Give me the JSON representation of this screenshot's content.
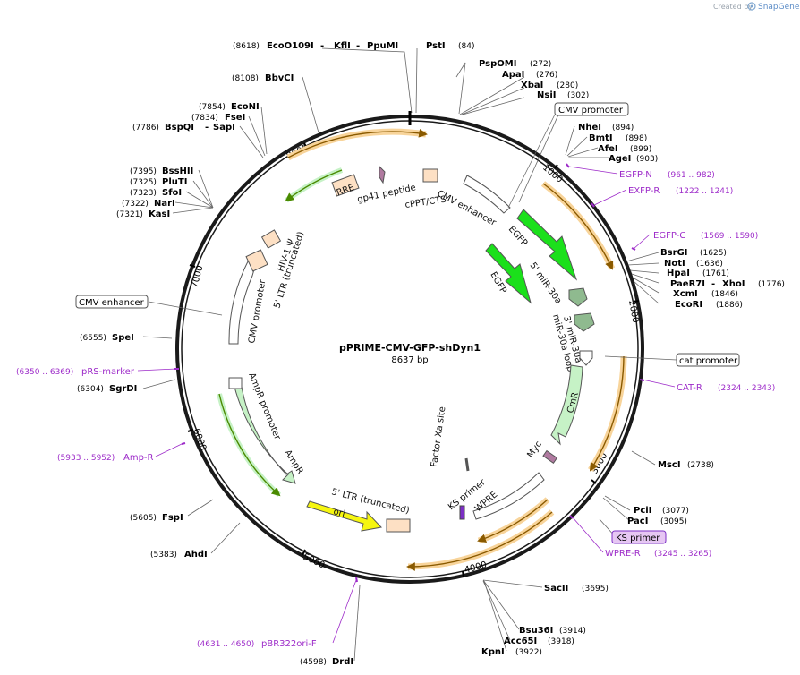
{
  "credit": {
    "prefix": "Created by",
    "brand": "SnapGene"
  },
  "plasmid": {
    "name": "pPRIME-CMV-GFP-shDyn1",
    "size_label": "8637 bp",
    "length": 8637
  },
  "ticks": [
    "1000",
    "2000",
    "3000",
    "4000",
    "5000",
    "6000",
    "7000",
    "8000"
  ],
  "enzymes": [
    {
      "name": "EcoO109I",
      "pos": "(8618)"
    },
    {
      "name": "KflI",
      "pos": ""
    },
    {
      "name": "PpuMI",
      "pos": ""
    },
    {
      "name": "PstI",
      "pos": "(84)"
    },
    {
      "name": "PspOMI",
      "pos": "(272)"
    },
    {
      "name": "ApaI",
      "pos": "(276)"
    },
    {
      "name": "XbaI",
      "pos": "(280)"
    },
    {
      "name": "NsiI",
      "pos": "(302)"
    },
    {
      "name": "NheI",
      "pos": "(894)"
    },
    {
      "name": "BmtI",
      "pos": "(898)"
    },
    {
      "name": "AfeI",
      "pos": "(899)"
    },
    {
      "name": "AgeI",
      "pos": "(903)"
    },
    {
      "name": "BsrGI",
      "pos": "(1625)"
    },
    {
      "name": "NotI",
      "pos": "(1636)"
    },
    {
      "name": "HpaI",
      "pos": "(1761)"
    },
    {
      "name": "PaeR7I",
      "pos": ""
    },
    {
      "name": "XhoI",
      "pos": "(1776)"
    },
    {
      "name": "XcmI",
      "pos": "(1846)"
    },
    {
      "name": "EcoRI",
      "pos": "(1886)"
    },
    {
      "name": "MscI",
      "pos": "(2738)"
    },
    {
      "name": "PciI",
      "pos": "(3077)"
    },
    {
      "name": "PacI",
      "pos": "(3095)"
    },
    {
      "name": "SacII",
      "pos": "(3695)"
    },
    {
      "name": "Bsu36I",
      "pos": "(3914)"
    },
    {
      "name": "Acc65I",
      "pos": "(3918)"
    },
    {
      "name": "KpnI",
      "pos": "(3922)"
    },
    {
      "name": "DrdI",
      "pos": "(4598)"
    },
    {
      "name": "AhdI",
      "pos": "(5383)"
    },
    {
      "name": "FspI",
      "pos": "(5605)"
    },
    {
      "name": "SgrDI",
      "pos": "(6304)"
    },
    {
      "name": "SpeI",
      "pos": "(6555)"
    },
    {
      "name": "KasI",
      "pos": "(7321)"
    },
    {
      "name": "NarI",
      "pos": "(7322)"
    },
    {
      "name": "SfoI",
      "pos": "(7323)"
    },
    {
      "name": "PluTI",
      "pos": "(7325)"
    },
    {
      "name": "BssHII",
      "pos": "(7395)"
    },
    {
      "name": "BspQI",
      "pos": "(7786)"
    },
    {
      "name": "SapI",
      "pos": ""
    },
    {
      "name": "FseI",
      "pos": "(7834)"
    },
    {
      "name": "EcoNI",
      "pos": "(7854)"
    },
    {
      "name": "BbvCI",
      "pos": "(8108)"
    }
  ],
  "primers": [
    {
      "name": "EGFP-N",
      "range": "(961 .. 982)"
    },
    {
      "name": "EXFP-R",
      "range": "(1222 .. 1241)"
    },
    {
      "name": "EGFP-C",
      "range": "(1569 .. 1590)"
    },
    {
      "name": "CAT-R",
      "range": "(2324 .. 2343)"
    },
    {
      "name": "WPRE-R",
      "range": "(3245 .. 3265)"
    },
    {
      "name": "pBR322ori-F",
      "range": "(4631 .. 4650)"
    },
    {
      "name": "Amp-R",
      "range": "(5933 .. 5952)"
    },
    {
      "name": "pRS-marker",
      "range": "(6350 .. 6369)"
    }
  ],
  "boxed_labels": [
    "CMV promoter",
    "CMV enhancer",
    "cat promoter",
    "KS primer"
  ],
  "features": [
    "RRE",
    "gp41 peptide",
    "cPPT/CTS",
    "CMV enhancer",
    "EGFP",
    "5' miR-30a",
    "EGFP",
    "3' miR-30a",
    "miR-30a loop",
    "CmR",
    "Myc",
    "Factor Xa site",
    "WPRE",
    "KS primer",
    "5' LTR (truncated)",
    "ori",
    "AmpR",
    "AmpR promoter",
    "CMV promoter",
    "5' LTR (truncated)",
    "HIV-1 Ψ"
  ],
  "colors": {
    "backbone": "#1a1a1a",
    "primer": "#9d2bc9",
    "gfp": "#1be01b",
    "mir": "#8fba8f",
    "resistance": "#c6f2c6",
    "ori": "#f6f60f",
    "ltr": "#fde0c4",
    "misc": "#ffffff",
    "orf_highlight": "#f8d49a",
    "orf_line": "#8a5a00"
  }
}
